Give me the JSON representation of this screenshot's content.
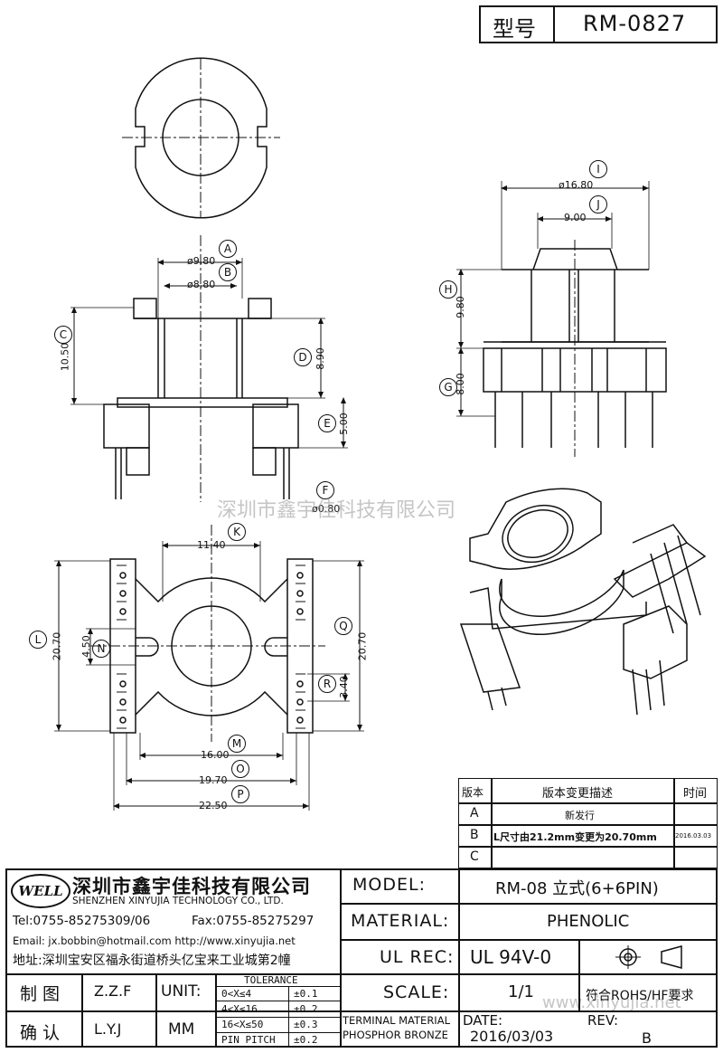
{
  "header": {
    "model_label": "型号",
    "model_value": "RM-0827"
  },
  "dims": {
    "a": "ø9.80",
    "b": "ø8.80",
    "c": "10.50",
    "d": "8.90",
    "e": "5.00",
    "f": "ø0.80",
    "i": "ø16.80",
    "j": "9.00",
    "h": "9.80",
    "g": "8.00",
    "k": "11.40",
    "l": "20.70",
    "q": "20.70",
    "n": "4.50",
    "r": "3.40",
    "m": "16.00",
    "o": "19.70",
    "p": "22.50"
  },
  "circles": {
    "a": "A",
    "b": "B",
    "c": "C",
    "d": "D",
    "e": "E",
    "f": "F",
    "i": "I",
    "j": "J",
    "h": "H",
    "g": "G",
    "k": "K",
    "l": "L",
    "q": "Q",
    "n": "N",
    "r": "R",
    "m": "M",
    "o": "O",
    "p": "P"
  },
  "watermark": "深圳市鑫宇佳科技有限公司",
  "watermark2": "www.xinyujia.net",
  "revision": {
    "headers": [
      "版本",
      "版本变更描述",
      "时间"
    ],
    "rows": [
      {
        "ver": "A",
        "desc": "新发行",
        "date": ""
      },
      {
        "ver": "B",
        "desc": "L尺寸由21.2mm变更为20.70mm",
        "date": "2016.03.03"
      },
      {
        "ver": "C",
        "desc": "",
        "date": ""
      }
    ]
  },
  "company": {
    "logo": "WELL",
    "name_cn": "深圳市鑫宇佳科技有限公司",
    "name_en": "SHENZHEN XINYUJIA TECHNOLOGY CO., LTD.",
    "tel": "Tel:0755-85275309/06",
    "fax": "Fax:0755-85275297",
    "email": "Email: jx.bobbin@hotmail.com http://www.xinyujia.net",
    "address": "地址:深圳宝安区福永街道桥头亿宝来工业城第2幢"
  },
  "title_block": {
    "model_label": "MODEL:",
    "model_value": "RM-08 立式(6+6PIN)",
    "material_label": "MATERIAL:",
    "material_value": "PHENOLIC",
    "ulrec_label": "UL REC:",
    "ulrec_value": "UL 94V-0",
    "scale_label": "SCALE:",
    "scale_value": "1/1",
    "rohs": "符合ROHS/HF要求",
    "terminal_label": "TERMINAL MATERIAL",
    "terminal_value": "PHOSPHOR BRONZE",
    "date_label": "DATE:",
    "date_value": "2016/03/03",
    "rev_label": "REV:",
    "rev_value": "B",
    "draw_label": "制 图",
    "draw_value": "Z.Z.F",
    "check_label": "确 认",
    "check_value": "L.Y.J",
    "unit_label": "UNIT:",
    "unit_value": "MM",
    "tolerance_title": "TOLERANCE",
    "tolerance_rows": [
      {
        "range": "0<X≤4",
        "tol": "±0.1"
      },
      {
        "range": "4<X≤16",
        "tol": "±0.2"
      },
      {
        "range": "16<X≤50",
        "tol": "±0.3"
      },
      {
        "range": "PIN PITCH",
        "tol": "±0.2"
      }
    ]
  }
}
